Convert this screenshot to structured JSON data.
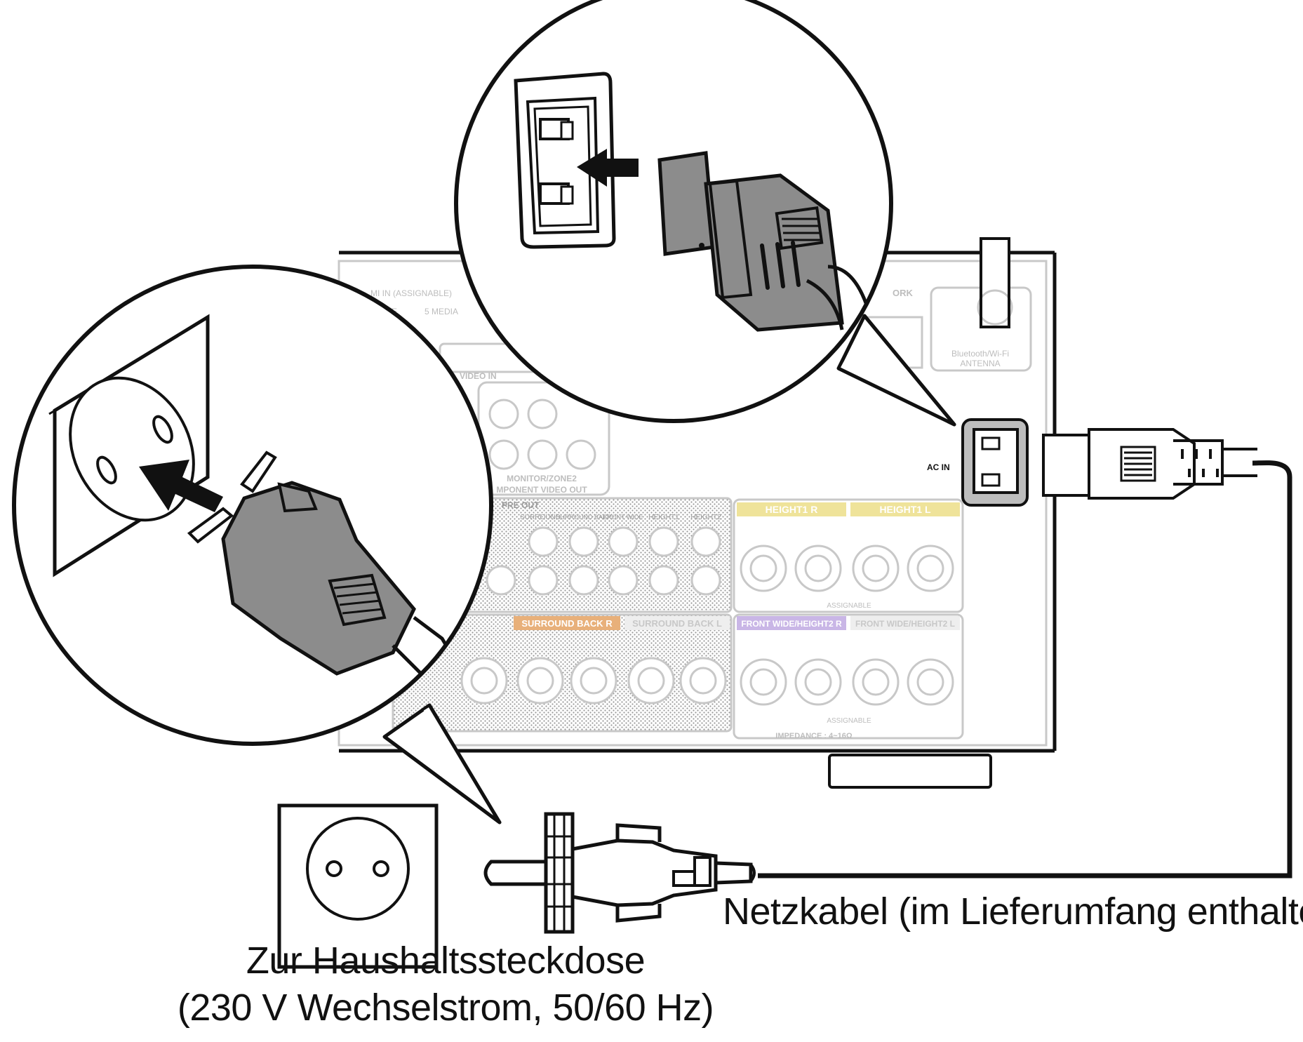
{
  "captions": {
    "power_cable": "Netzkabel (im Lieferumfang enthalten)",
    "socket_line1": "Zur Haushaltssteckdose",
    "socket_line2": "(230 V Wechselstrom, 50/60 Hz)"
  },
  "panel_labels": {
    "ac_in": "AC IN",
    "antenna_1": "Bluetooth/Wi-Fi",
    "antenna_2": "ANTENNA",
    "network": "ORK",
    "hdmi_in": "MI IN (ASSIGNABLE)",
    "game": "AME",
    "media": "5 MEDIA",
    "video_in": "VIDEO IN",
    "monitor": "MONITOR/ZONE2",
    "component": "MPONENT VIDEO OUT",
    "pre_out": "PRE OUT",
    "surround": "SURROUND",
    "surround_back": "SURROUND BACK",
    "front_wide": "FRONT WIDE",
    "height1": "HEIGHT1",
    "height2": "HEIGHT2",
    "height1_r": "HEIGHT1 R",
    "height1_l": "HEIGHT1 L",
    "surround_back_r": "SURROUND BACK R",
    "surround_back_l": "SURROUND BACK L",
    "front_wide_h2_r": "FRONT WIDE/HEIGHT2 R",
    "front_wide_h2_l": "FRONT WIDE/HEIGHT2 L",
    "assignable": "ASSIGNABLE",
    "impedance": "IMPEDANCE : 4~16Ω"
  },
  "colors": {
    "line": "#111111",
    "plug_gray": "#8c8c8c",
    "panel_gray": "#bdbdbd",
    "height1_band": "#efe39a",
    "surround_back_band": "#e8b07a",
    "front_wide_band": "#c9b6e6",
    "arrow": "#111111"
  }
}
